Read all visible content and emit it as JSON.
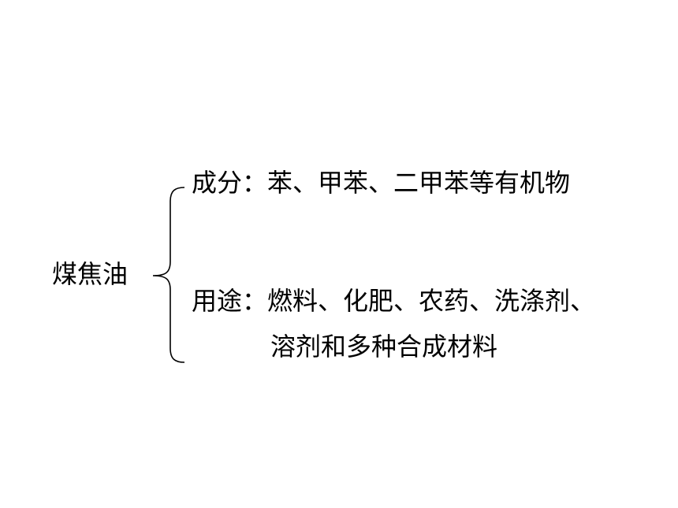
{
  "diagram": {
    "root": "煤焦油",
    "branches": [
      {
        "label": "成分：",
        "text": "苯、甲苯、二甲苯等有机物"
      },
      {
        "label": "用途：",
        "text": "燃料、化肥、农药、洗涤剂、",
        "continuation": "溶剂和多种合成材料"
      }
    ]
  }
}
